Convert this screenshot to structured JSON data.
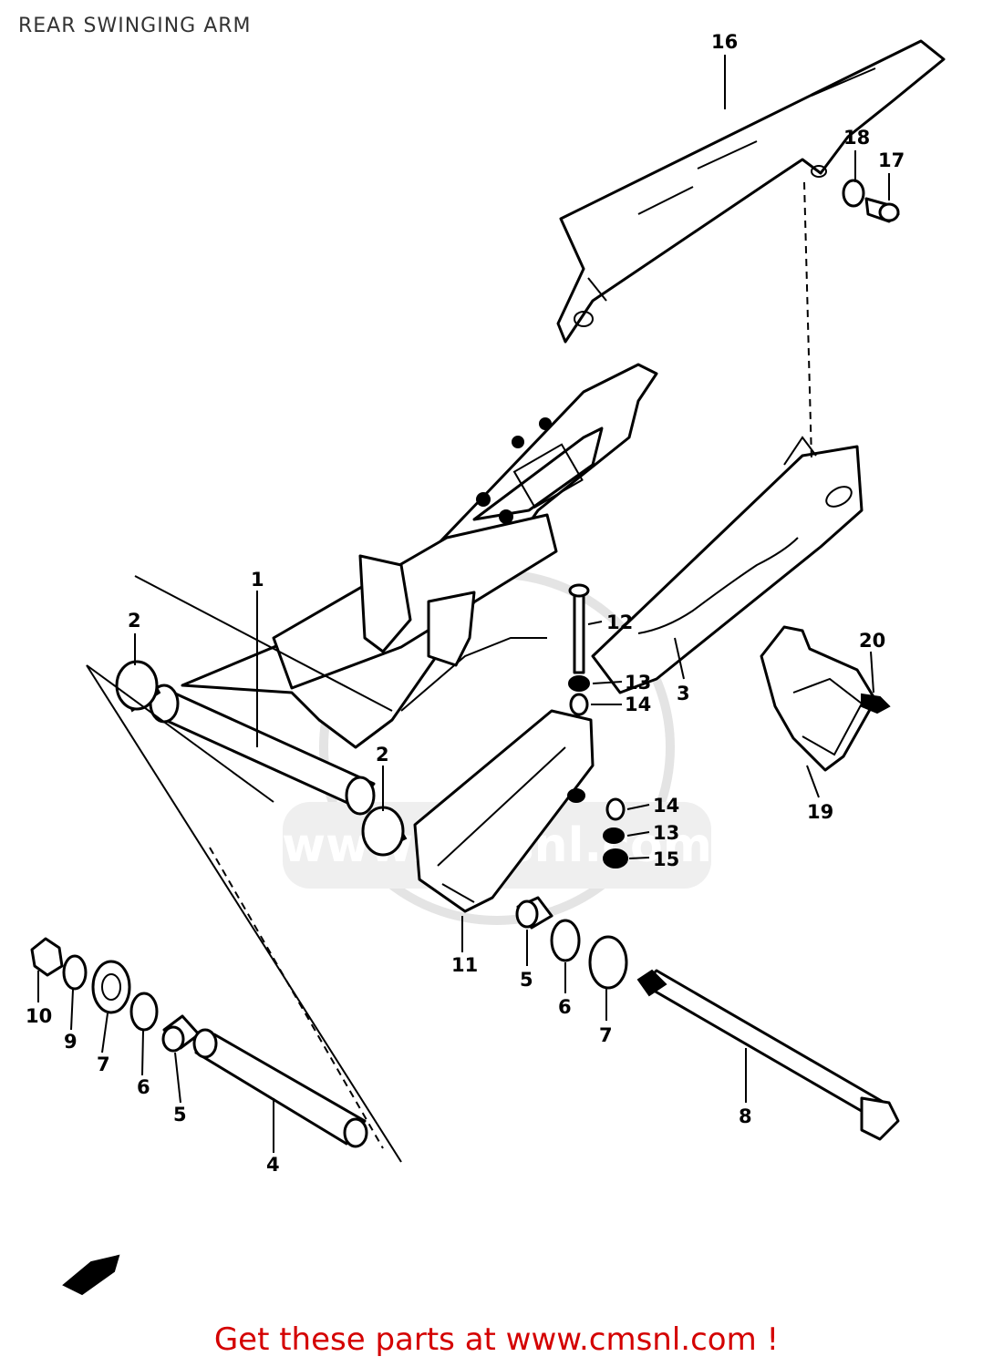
{
  "title": "REAR SWINGING ARM",
  "footer": {
    "link_text": "Get these parts at www.cmsnl.com !"
  },
  "callouts": [
    "16",
    "18",
    "17",
    "12",
    "13",
    "14",
    "3",
    "20",
    "19",
    "14",
    "13",
    "15",
    "2",
    "1",
    "2",
    "11",
    "5",
    "6",
    "7",
    "8",
    "10",
    "9",
    "7",
    "6",
    "5",
    "4"
  ],
  "watermark": {
    "text": "www.cmsnl.com",
    "color": "#e4e4e4"
  },
  "colors": {
    "line": "#000000",
    "background": "#ffffff",
    "footer": "#d40000"
  }
}
